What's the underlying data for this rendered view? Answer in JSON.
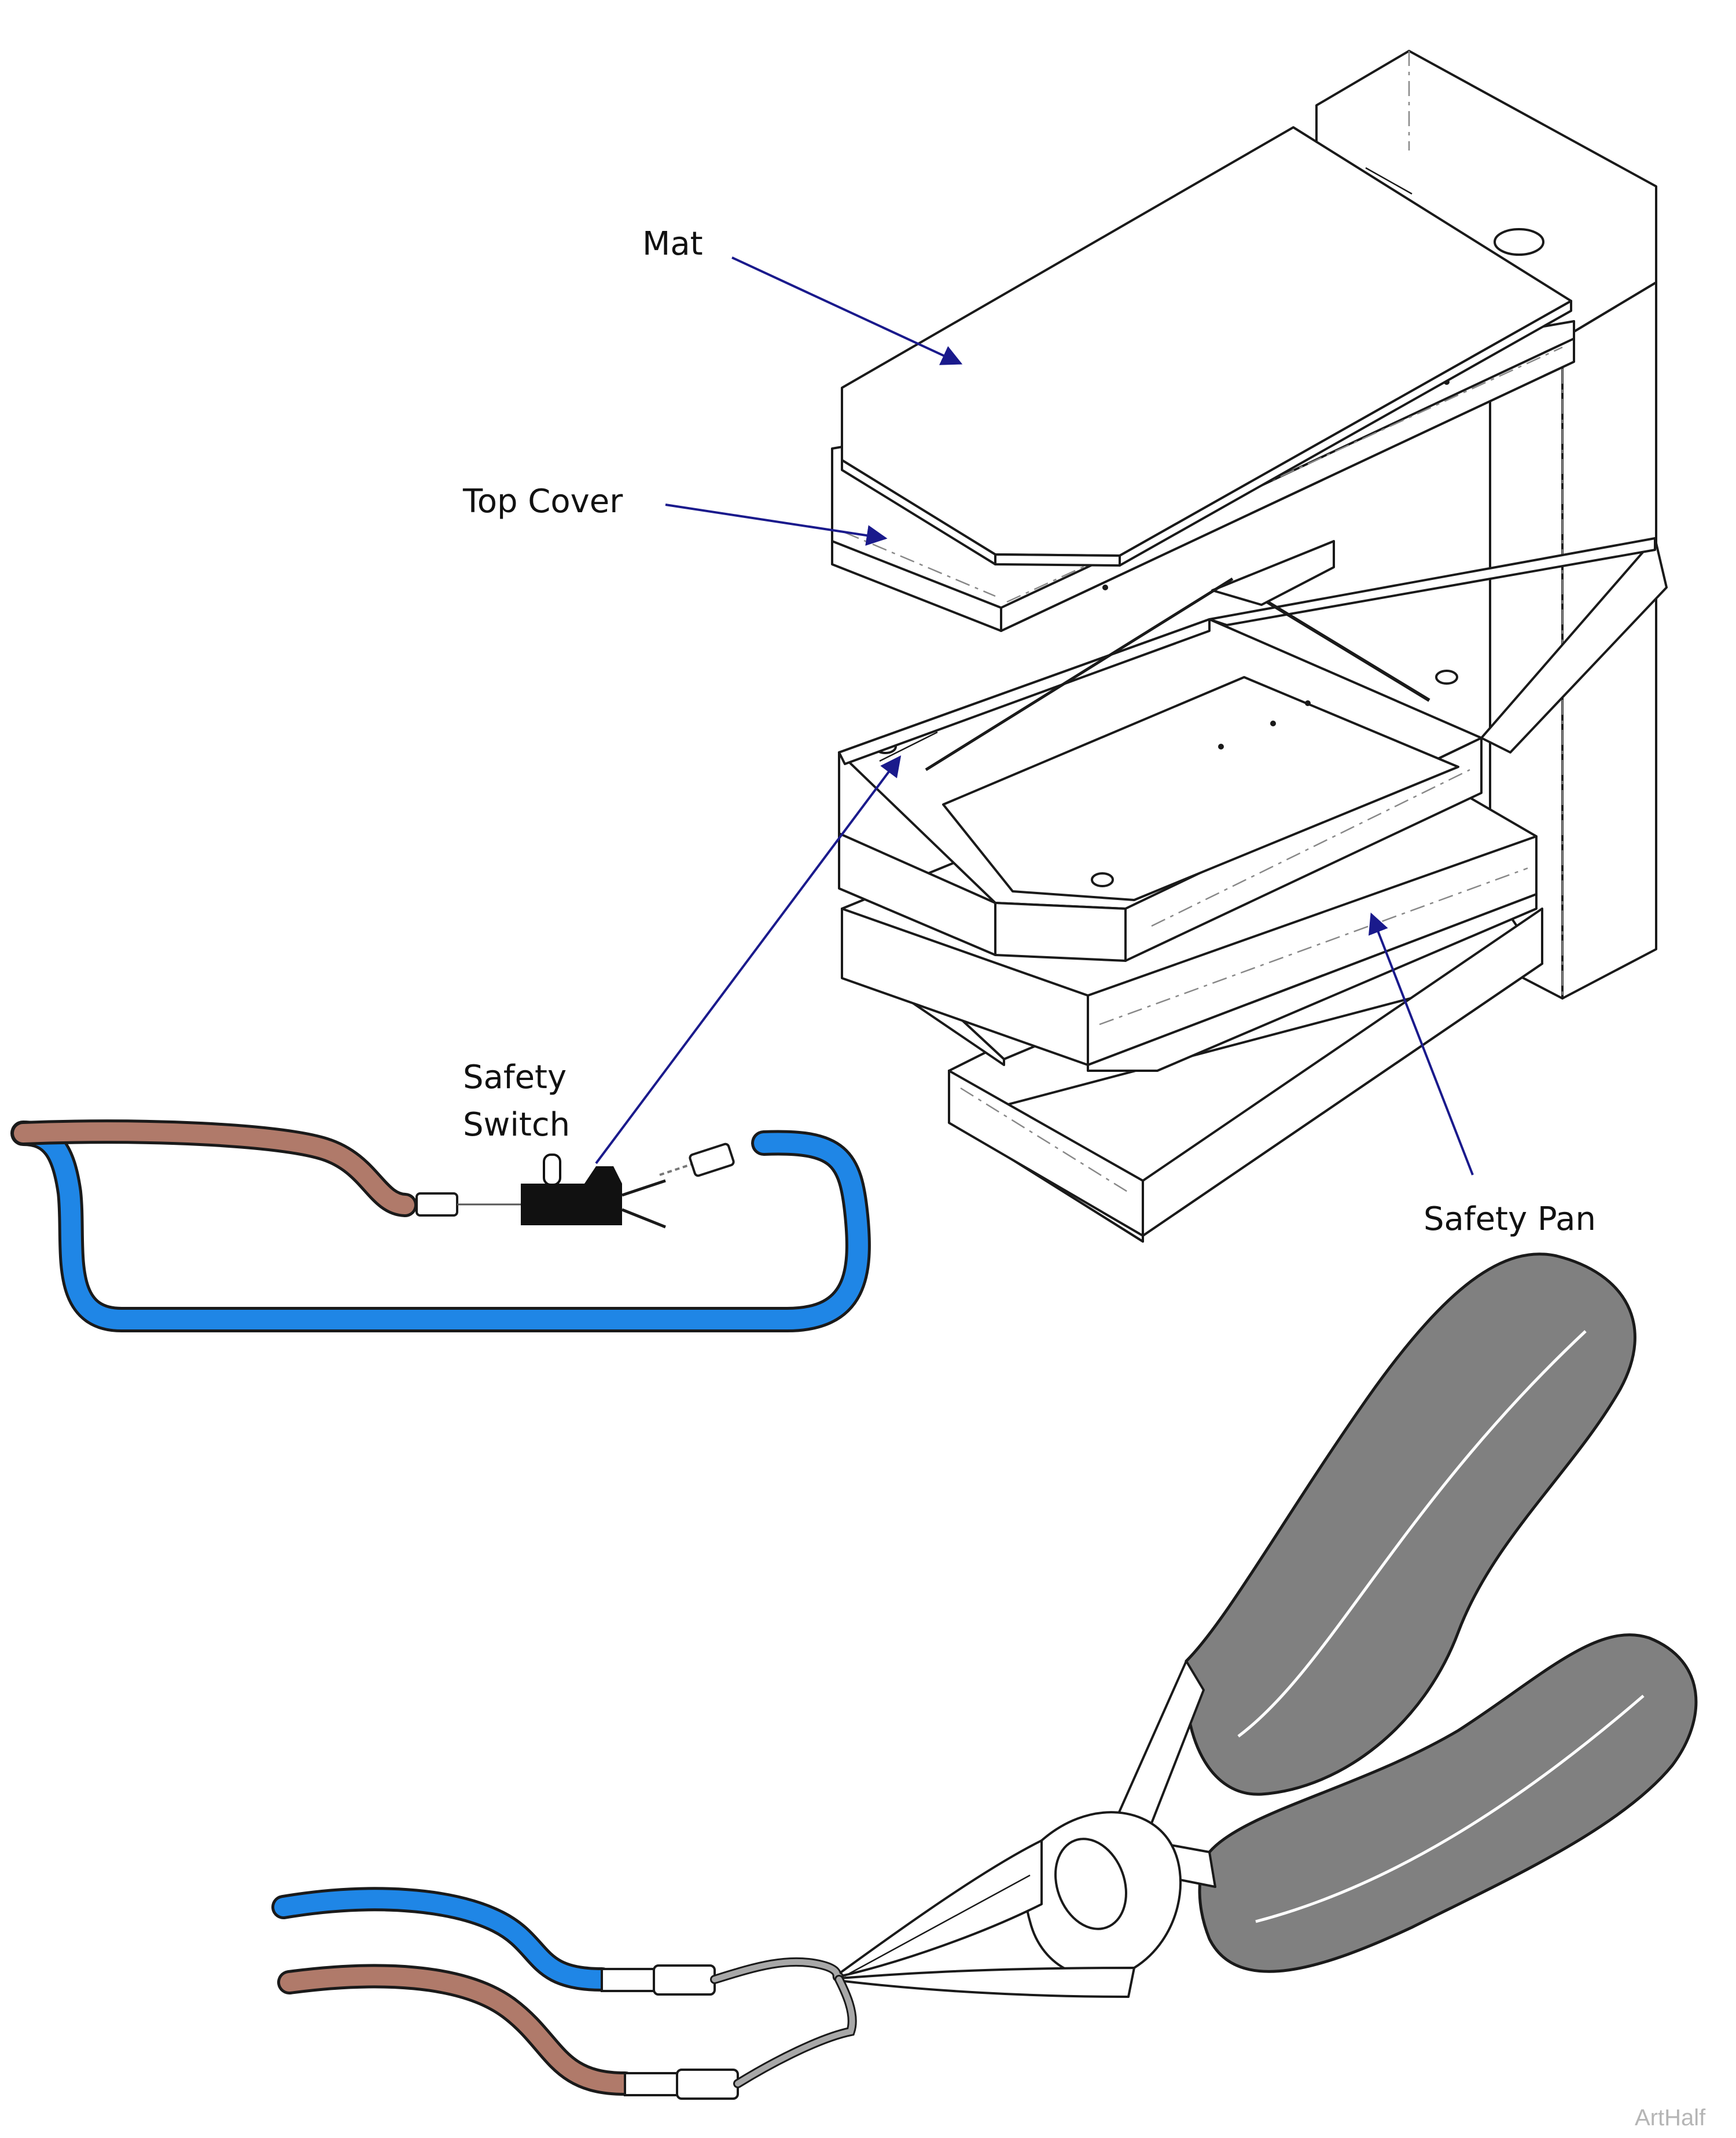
{
  "labels": {
    "mat": "Mat",
    "top_cover": "Top Cover",
    "safety_switch_line1": "Safety",
    "safety_switch_line2": "Switch",
    "safety_pan": "Safety Pan"
  },
  "watermark": "ArtHalf",
  "colors": {
    "leader": "#1a1a8c",
    "wire_blue": "#1f86e6",
    "wire_brown": "#b07a6a",
    "grip": "#808080",
    "switch_body": "#111111",
    "wire_gray": "#a8a8a8"
  },
  "icons": [
    "pliers-icon",
    "safety-switch-icon",
    "wire-terminal-icon"
  ]
}
